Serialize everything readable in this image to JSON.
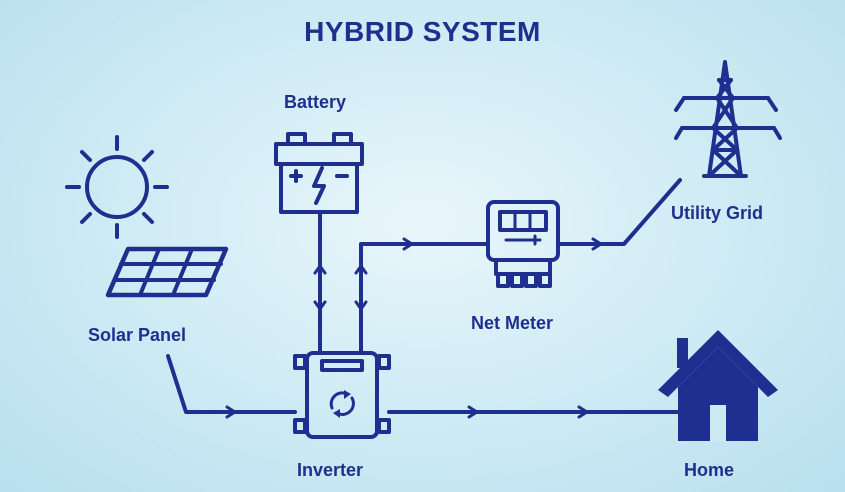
{
  "title": "HYBRID SYSTEM",
  "colors": {
    "primary": "#1f2f8f",
    "background": "#cdeaf4"
  },
  "components": {
    "battery": {
      "label": "Battery",
      "icon": "battery-icon"
    },
    "utility_grid": {
      "label": "Utility Grid",
      "icon": "power-tower-icon"
    },
    "net_meter": {
      "label": "Net Meter",
      "icon": "meter-icon"
    },
    "solar_panel": {
      "label": "Solar Panel",
      "icon": "solar-panel-icon"
    },
    "sun": {
      "icon": "sun-icon"
    },
    "inverter": {
      "label": "Inverter",
      "icon": "inverter-icon"
    },
    "home": {
      "label": "Home",
      "icon": "house-icon"
    }
  },
  "connections": [
    {
      "from": "Solar Panel",
      "to": "Inverter",
      "direction": "one-way"
    },
    {
      "from": "Battery",
      "to": "Inverter",
      "direction": "two-way"
    },
    {
      "from": "Inverter",
      "to": "Net Meter",
      "direction": "two-way"
    },
    {
      "from": "Net Meter",
      "to": "Utility Grid",
      "direction": "one-way"
    },
    {
      "from": "Inverter",
      "to": "Home",
      "direction": "one-way"
    }
  ]
}
